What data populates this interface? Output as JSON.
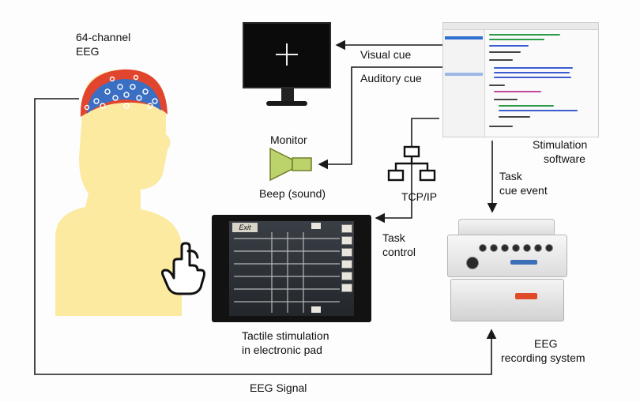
{
  "labels": {
    "eeg_cap": [
      "64-channel",
      "EEG"
    ],
    "visual_cue": "Visual cue",
    "auditory_cue": "Auditory cue",
    "monitor": "Monitor",
    "beep": "Beep (sound)",
    "tcpip": "TCP/IP",
    "stimulation_software": [
      "Stimulation",
      "software"
    ],
    "task_cue_event": [
      "Task",
      "cue event"
    ],
    "task_control": [
      "Task",
      "control"
    ],
    "tactile": [
      "Tactile stimulation",
      "in electronic pad"
    ],
    "eeg_system": [
      "EEG",
      "recording system"
    ],
    "eeg_signal": "EEG Signal",
    "pad_exit": "Exit"
  },
  "icons": {
    "monitor": "monitor-icon",
    "speaker": "speaker-icon",
    "network": "network-icon",
    "hand": "touch-hand-icon",
    "head": "person-head-icon",
    "cap": "eeg-cap-icon"
  },
  "colors": {
    "skin": "#fbeaa0",
    "cap_red": "#e2452e",
    "cap_blue": "#3a6fc4",
    "speaker_green": "#bcd26a",
    "line": "#1a1a1a"
  }
}
